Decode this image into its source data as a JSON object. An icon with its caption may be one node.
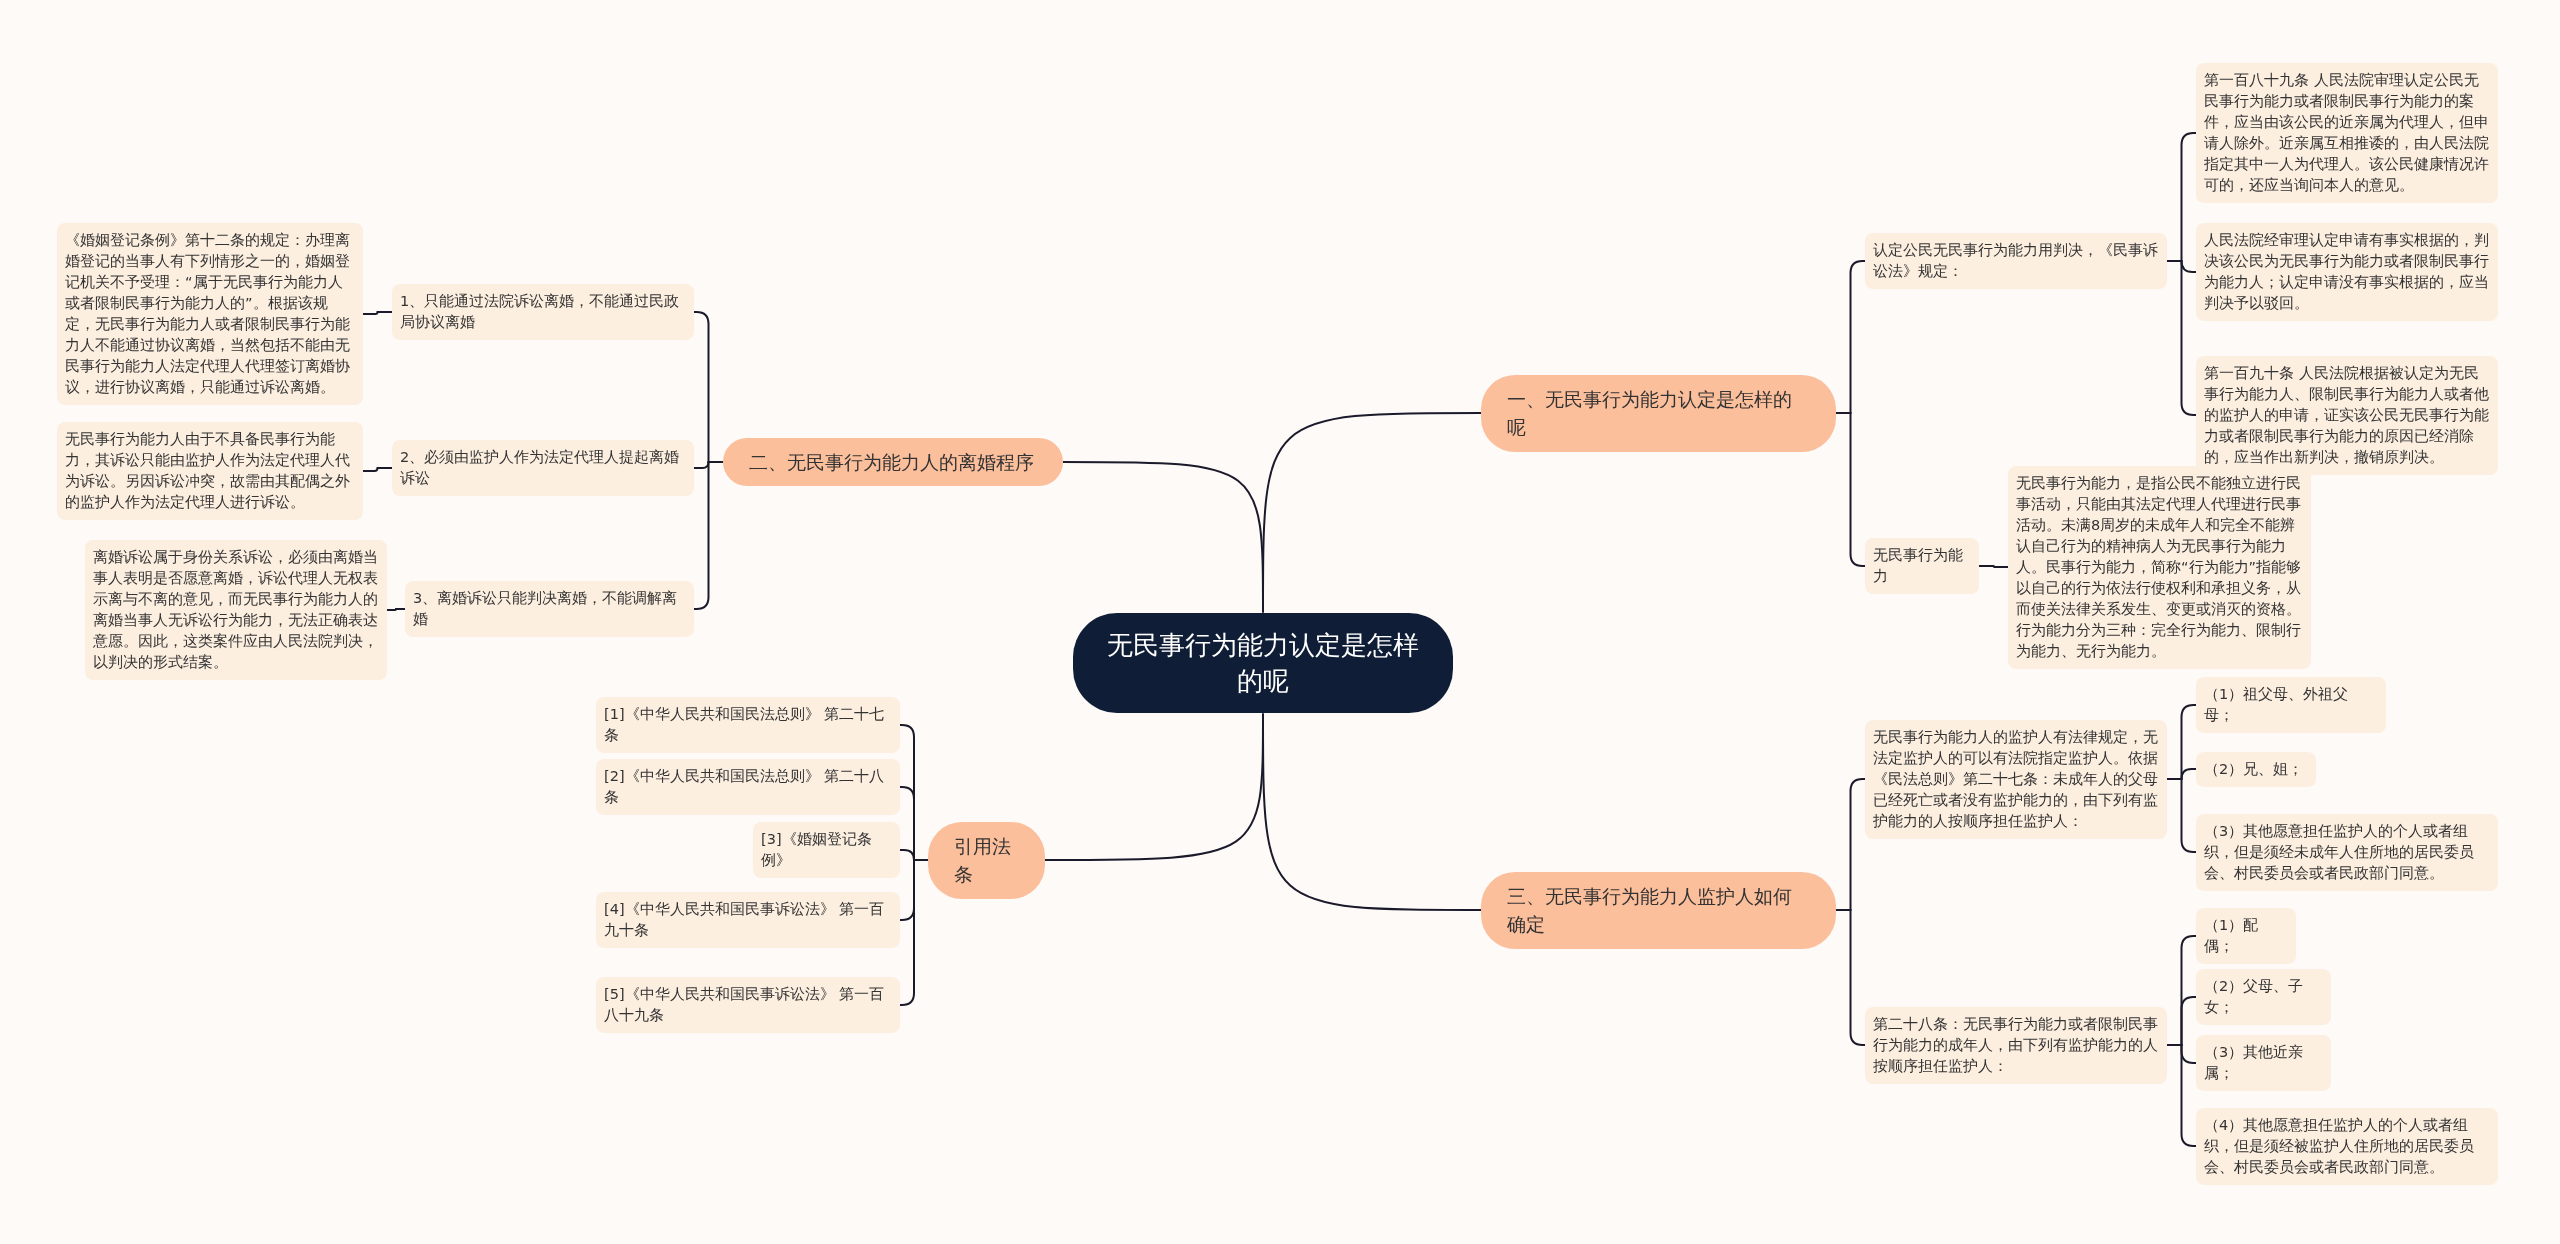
{
  "diagram": {
    "nodes": [
      {
        "text": [
          "无民事行为能力认定是怎样的呢"
        ]
      },
      {
        "text": [
          "一、无民事行为能力认定是怎样的呢"
        ]
      },
      {
        "text": [
          "认定公民无民事行为能力用判决，《民事诉讼法》规定："
        ]
      },
      {
        "text": [
          "第一百八十九条 人民法院审理认定公民无民事行为能力或者限制民事行为能力的案件，应当由该公民的近亲属为代理人，但申请人除外。近亲属互相推诿的，由人民法院指定其中一人为代理人。该公民健康情况许可的，还应当询问本人的意见。"
        ]
      },
      {
        "text": [
          "人民法院经审理认定申请有事实根据的，判决该公民为无民事行为能力或者限制民事行为能力人；认定申请没有事实根据的，应当判决予以驳回。"
        ]
      },
      {
        "text": [
          "第一百九十条 人民法院根据被认定为无民事行为能力人、限制民事行为能力人或者他的监护人的申请，证实该公民无民事行为能力或者限制民事行为能力的原因已经消除的，应当作出新判决，撤销原判决。"
        ]
      },
      {
        "text": [
          "无民事行为能力"
        ]
      },
      {
        "text": [
          "无民事行为能力，是指公民不能独立进行民事活动，只能由其法定代理人代理进行民事活动。未满8周岁的未成年人和完全不能辨认自己行为的精神病人为无民事行为能力人。民事行为能力，简称“行为能力”指能够以自己的行为依法行使权利和承担义务，从而使关法律关系发生、变更或消灭的资格。行为能力分为三种：完全行为能力、限制行为能力、无行为能力。"
        ]
      },
      {
        "text": [
          "三、无民事行为能力人监护人如何确定"
        ]
      },
      {
        "text": [
          "无民事行为能力人的监护人有法律规定，无法定监护人的可以有法院指定监护人。依据《民法总则》第二十七条：未成年人的父母已经死亡或者没有监护能力的，由下列有监护能力的人按顺序担任监护人："
        ]
      },
      {
        "text": [
          "（1）祖父母、外祖父母；"
        ]
      },
      {
        "text": [
          "（2）兄、姐；"
        ]
      },
      {
        "text": [
          "（3）其他愿意担任监护人的个人或者组织，但是须经未成年人住所地的居民委员会、村民委员会或者民政部门同意。"
        ]
      },
      {
        "text": [
          "第二十八条：无民事行为能力或者限制民事行为能力的成年人，由下列有监护能力的人按顺序担任监护人："
        ]
      },
      {
        "text": [
          "（1）配偶；"
        ]
      },
      {
        "text": [
          "（2）父母、子女；"
        ]
      },
      {
        "text": [
          "（3）其他近亲属；"
        ]
      },
      {
        "text": [
          "（4）其他愿意担任监护人的个人或者组织，但是须经被监护人住所地的居民委员会、村民委员会或者民政部门同意。"
        ]
      },
      {
        "text": [
          "二、无民事行为能力人的离婚程序"
        ]
      },
      {
        "text": [
          "1、只能通过法院诉讼离婚，不能通过民政局协议离婚"
        ]
      },
      {
        "text": [
          "《婚姻登记条例》第十二条的规定：办理离婚登记的当事人有下列情形之一的，婚姻登记机关不予受理：“属于无民事行为能力人或者限制民事行为能力人的”。根据该规定，无民事行为能力人或者限制民事行为能力人不能通过协议离婚，当然包括不能由无民事行为能力人法定代理人代理签订离婚协议，进行协议离婚，只能通过诉讼离婚。"
        ]
      },
      {
        "text": [
          "2、必须由监护人作为法定代理人提起离婚诉讼"
        ]
      },
      {
        "text": [
          "无民事行为能力人由于不具备民事行为能力，其诉讼只能由监护人作为法定代理人代为诉讼。另因诉讼冲突，故需由其配偶之外的监护人作为法定代理人进行诉讼。"
        ]
      },
      {
        "text": [
          "3、离婚诉讼只能判决离婚，不能调解离婚"
        ]
      },
      {
        "text": [
          "离婚诉讼属于身份关系诉讼，必须由离婚当事人表明是否愿意离婚，诉讼代理人无权表示离与不离的意见，而无民事行为能力人的离婚当事人无诉讼行为能力，无法正确表达意愿。因此，这类案件应由人民法院判决，以判决的形式结案。"
        ]
      },
      {
        "text": [
          "引用法条"
        ]
      },
      {
        "text": [
          "[1]《中华人民共和国民法总则》 第二十七条"
        ]
      },
      {
        "text": [
          "[2]《中华人民共和国民法总则》 第二十八条"
        ]
      },
      {
        "text": [
          "[3]《婚姻登记条例》"
        ]
      },
      {
        "text": [
          "[4]《中华人民共和国民事诉讼法》 第一百九十条"
        ]
      },
      {
        "text": [
          "[5]《中华人民共和国民事诉讼法》 第一百八十九条"
        ]
      }
    ],
    "edges": [
      {
        "from": 0,
        "to": 1,
        "arrow": "none"
      },
      {
        "from": 1,
        "to": 2,
        "arrow": "none"
      },
      {
        "from": 2,
        "to": 3,
        "arrow": "none"
      },
      {
        "from": 2,
        "to": 4,
        "arrow": "none"
      },
      {
        "from": 2,
        "to": 5,
        "arrow": "none"
      },
      {
        "from": 1,
        "to": 6,
        "arrow": "none"
      },
      {
        "from": 6,
        "to": 7,
        "arrow": "none"
      },
      {
        "from": 0,
        "to": 8,
        "arrow": "none"
      },
      {
        "from": 8,
        "to": 9,
        "arrow": "none"
      },
      {
        "from": 9,
        "to": 10,
        "arrow": "none"
      },
      {
        "from": 9,
        "to": 11,
        "arrow": "none"
      },
      {
        "from": 9,
        "to": 12,
        "arrow": "none"
      },
      {
        "from": 8,
        "to": 13,
        "arrow": "none"
      },
      {
        "from": 13,
        "to": 14,
        "arrow": "none"
      },
      {
        "from": 13,
        "to": 15,
        "arrow": "none"
      },
      {
        "from": 13,
        "to": 16,
        "arrow": "none"
      },
      {
        "from": 13,
        "to": 17,
        "arrow": "none"
      },
      {
        "from": 0,
        "to": 18,
        "arrow": "none"
      },
      {
        "from": 18,
        "to": 19,
        "arrow": "none"
      },
      {
        "from": 19,
        "to": 20,
        "arrow": "none"
      },
      {
        "from": 18,
        "to": 21,
        "arrow": "none"
      },
      {
        "from": 21,
        "to": 22,
        "arrow": "none"
      },
      {
        "from": 18,
        "to": 23,
        "arrow": "none"
      },
      {
        "from": 23,
        "to": 24,
        "arrow": "none"
      },
      {
        "from": 0,
        "to": 25,
        "arrow": "none"
      },
      {
        "from": 25,
        "to": 26,
        "arrow": "none"
      },
      {
        "from": 25,
        "to": 27,
        "arrow": "none"
      },
      {
        "from": 25,
        "to": 28,
        "arrow": "none"
      },
      {
        "from": 25,
        "to": 29,
        "arrow": "none"
      },
      {
        "from": 25,
        "to": 30,
        "arrow": "none"
      }
    ]
  }
}
